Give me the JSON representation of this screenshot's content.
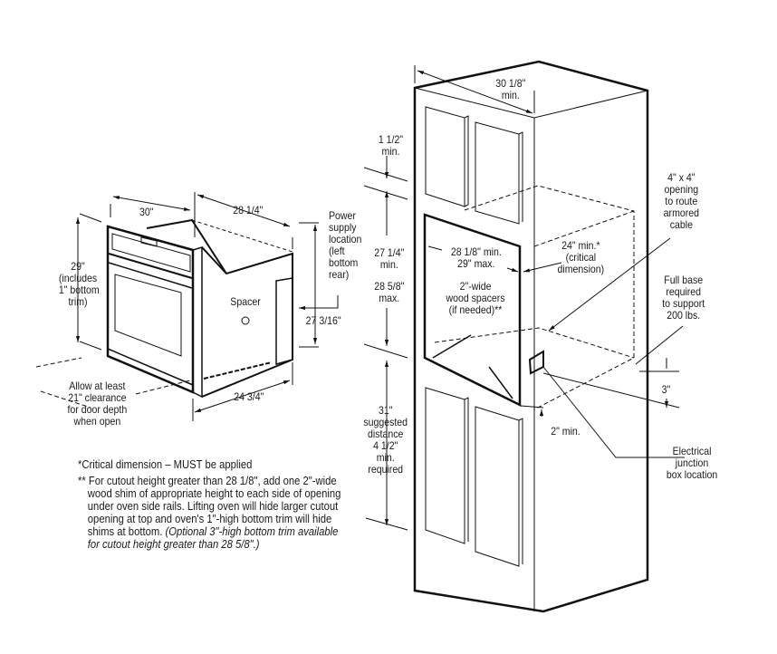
{
  "oven": {
    "width": "30\"",
    "depth": "28 1/4\"",
    "height_label": "29\"",
    "height_note": [
      "(includes",
      "1\" bottom",
      "trim)"
    ],
    "power_supply": [
      "Power",
      "supply",
      "location",
      "(left",
      "bottom",
      "rear)"
    ],
    "spacer": "Spacer",
    "body_height": "27 3/16\"",
    "base_depth": "24 3/4\"",
    "clearance": [
      "Allow at least",
      "21\" clearance",
      "for door depth",
      "when open"
    ]
  },
  "cabinet": {
    "width": [
      "30 1/8\"",
      "min."
    ],
    "top_gap": [
      "1 1/2\"",
      "min."
    ],
    "cutout_height_min": [
      "27 1/4\"",
      "min."
    ],
    "cutout_height_max": [
      "28 5/8\"",
      "max."
    ],
    "cutout_width": [
      "28 1/8\" min.",
      "29\" max."
    ],
    "depth": [
      "24\" min.*",
      "(critical",
      "dimension)"
    ],
    "spacers": [
      "2\"-wide",
      "wood spacers",
      "(if needed)**"
    ],
    "distance": [
      "31\"",
      "suggested",
      "distance",
      "4 1/2\"",
      "min.",
      "required"
    ],
    "opening": [
      "4\" x 4\"",
      "opening",
      "to route",
      "armored",
      "cable"
    ],
    "base": [
      "Full base",
      "required",
      "to support",
      "200 lbs."
    ],
    "three": "3\"",
    "two_min": "2\" min.",
    "junction": [
      "Electrical",
      "junction",
      "box location"
    ]
  },
  "notes": {
    "critical": "*Critical dimension – MUST be applied",
    "shim_marker": "**",
    "shim": "For cutout height greater than 28 1/8\", add one 2\"-wide wood shim of appropriate height to each side of opening under oven side rails. Lifting oven will hide larger cutout opening at top and oven's 1\"-high bottom trim will hide shims at bottom.",
    "optional": "(Optional 3\"-high bottom trim available for cutout height greater than 28 5/8\".)"
  }
}
